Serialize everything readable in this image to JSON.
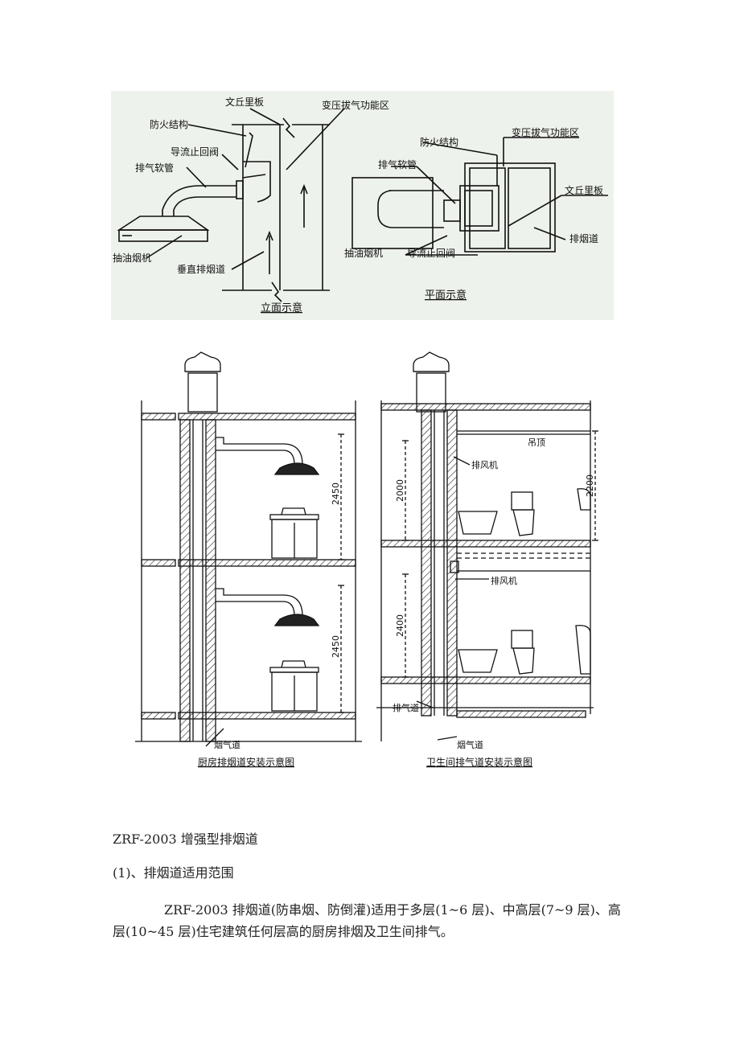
{
  "figure1": {
    "elevation": {
      "label_wenqiu": "文丘里板",
      "label_fire": "防火结构",
      "label_valve": "导流止回阀",
      "label_hose": "排气软管",
      "label_hood": "抽油烟机",
      "label_duct": "垂直排烟道",
      "label_zone": "变压拔气功能区",
      "caption": "立面示意"
    },
    "plan": {
      "label_fire": "防火结构",
      "label_zone": "变压拔气功能区",
      "label_hose": "排气软管",
      "label_wenqiu": "文丘里板",
      "label_duct": "排烟道",
      "label_hood": "抽油烟机",
      "label_valve": "导流止回阀",
      "caption": "平面示意"
    }
  },
  "figure2": {
    "kitchen": {
      "dim_upper": "2450",
      "dim_lower": "2450",
      "label_flue": "烟气道",
      "caption": "厨房排烟道安装示意图"
    },
    "bathroom": {
      "dim_upper": "2000",
      "dim_lower": "2400",
      "dim_right": "2200",
      "label_ceiling": "吊顶",
      "label_fan_upper": "排风机",
      "label_fan_lower": "排风机",
      "label_exhaust": "排气道",
      "label_flue": "烟气道",
      "caption": "卫生间排气道安装示意图"
    }
  },
  "document": {
    "heading": "ZRF-2003 增强型排烟道",
    "subheading": "(1)、排烟道适用范围",
    "paragraph": "ZRF-2003 排烟道(防串烟、防倒灌)适用于多层(1~6 层)、中高层(7~9 层)、高层(10~45 层)住宅建筑任何层高的厨房排烟及卫生间排气。"
  }
}
